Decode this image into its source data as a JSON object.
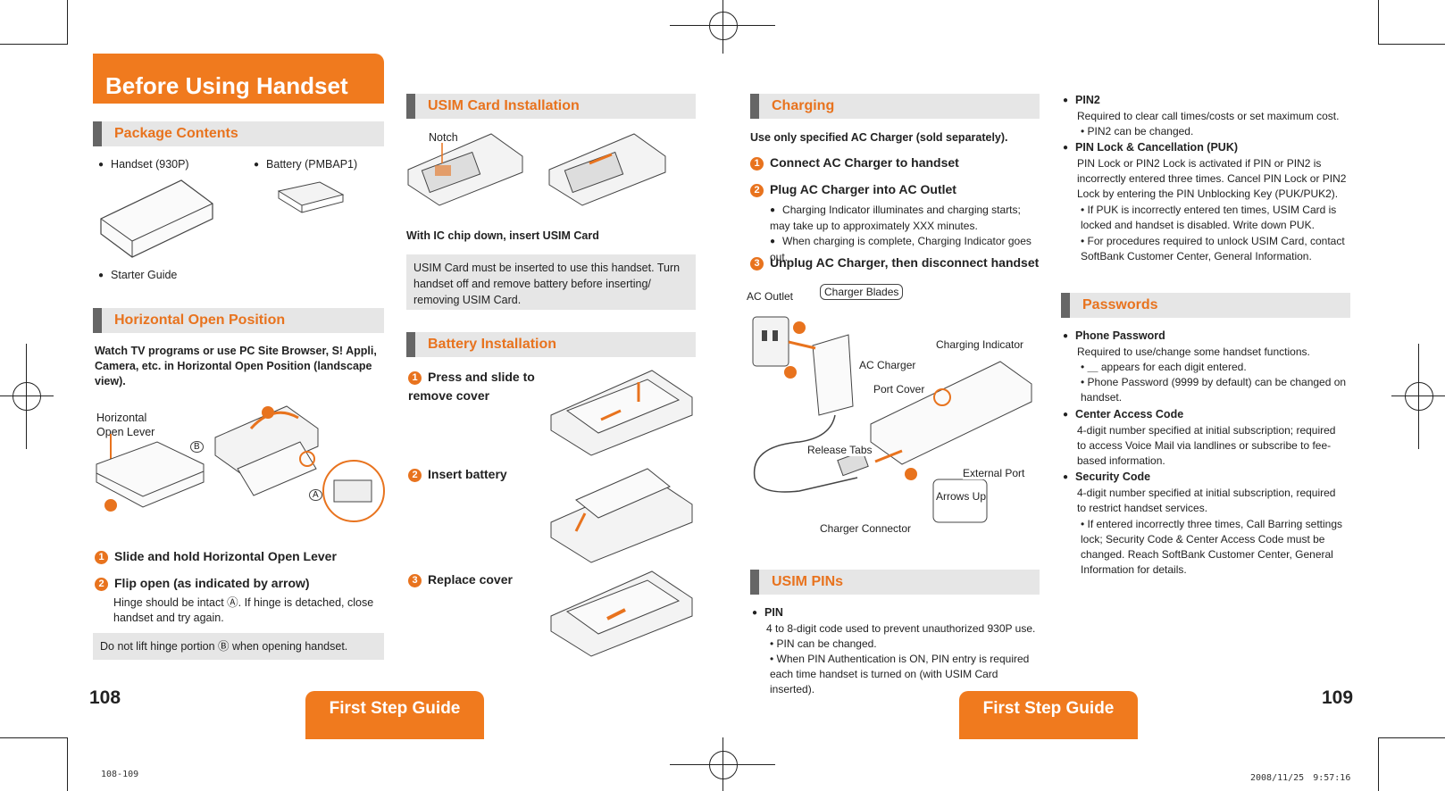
{
  "left": {
    "title": "Before Using Handset",
    "package": {
      "heading": "Package Contents",
      "items": [
        "Handset (930P)",
        "Battery (PMBAP1)",
        "Starter Guide"
      ]
    },
    "horizontal": {
      "heading": "Horizontal Open Position",
      "intro": "Watch TV programs or use PC Site Browser, S! Appli, Camera, etc. in Horizontal Open Position (landscape view).",
      "lever_label": "Horizontal Open Lever",
      "mark_b": "B",
      "mark_a": "A",
      "step1": "Slide and hold Horizontal Open Lever",
      "step2": "Flip open (as indicated by arrow)",
      "step2_note": "Hinge should be intact Ⓐ. If hinge is detached, close handset and try again.",
      "warning": "Do not lift hinge portion Ⓑ when opening handset."
    },
    "usim": {
      "heading": "USIM Card Installation",
      "notch": "Notch",
      "instruction": "With IC chip down, insert USIM Card",
      "note": "USIM Card must be inserted to use this handset. Turn handset off and remove battery before inserting/ removing USIM Card."
    },
    "battery": {
      "heading": "Battery Installation",
      "steps": [
        "Press and slide to remove cover",
        "Insert battery",
        "Replace cover"
      ]
    },
    "page_number": "108",
    "footer": "First Step Guide",
    "file": "108-109"
  },
  "right": {
    "charging": {
      "heading": "Charging",
      "intro": "Use only specified AC Charger (sold separately).",
      "steps": [
        "Connect AC Charger to handset",
        "Plug AC Charger into AC Outlet",
        "Unplug AC Charger, then disconnect handset"
      ],
      "bullets": [
        "Charging Indicator illuminates and charging starts; may take up to approximately XXX minutes.",
        "When charging is complete, Charging Indicator goes out."
      ],
      "labels": {
        "ac_outlet": "AC Outlet",
        "charger_blades": "Charger Blades",
        "ac_charger": "AC Charger",
        "charging_indicator": "Charging Indicator",
        "port_cover": "Port Cover",
        "release_tabs": "Release Tabs",
        "external_port": "External Port",
        "arrows_up": "Arrows Up",
        "charger_connector": "Charger Connector"
      }
    },
    "usim_pins": {
      "heading": "USIM PINs",
      "pin_title": "PIN",
      "pin_desc": "4 to 8-digit code used to prevent unauthorized 930P use.",
      "pin_b1": "PIN can be changed.",
      "pin_b2": "When PIN Authentication is ON, PIN entry is required each time handset is turned on (with USIM Card inserted).",
      "pin2_title": "PIN2",
      "pin2_desc": "Required to clear call times/costs or set maximum cost.",
      "pin2_b1": "PIN2 can be changed.",
      "lock_title": "PIN Lock & Cancellation (PUK)",
      "lock_desc": "PIN Lock or PIN2 Lock is activated if PIN or PIN2 is incorrectly entered three times. Cancel PIN Lock or PIN2 Lock by entering the PIN Unblocking Key (PUK/PUK2).",
      "lock_b1": "If PUK is incorrectly entered ten times, USIM Card is locked and handset is disabled. Write down PUK.",
      "lock_b2": "For procedures required to unlock USIM Card, contact SoftBank Customer Center, General Information."
    },
    "passwords": {
      "heading": "Passwords",
      "phone_title": "Phone Password",
      "phone_desc": "Required to use/change some handset functions.",
      "phone_b1": "＿ appears for each digit entered.",
      "phone_b2": "Phone Password (9999 by default) can be changed on handset.",
      "center_title": "Center Access Code",
      "center_desc": "4-digit number specified at initial subscription; required to access Voice Mail via landlines or subscribe to fee-based information.",
      "security_title": "Security Code",
      "security_desc": "4-digit number specified at initial subscription, required to restrict handset services.",
      "security_b1": "If entered incorrectly three times, Call Barring settings lock; Security Code & Center Access Code must be changed. Reach SoftBank Customer Center, General Information for details."
    },
    "page_number": "109",
    "footer": "First Step Guide",
    "timestamp": "2008/11/25　9:57:16"
  },
  "colors": {
    "accent": "#f07a1e",
    "section_bg": "#e6e6e6",
    "section_bar": "#666666"
  }
}
